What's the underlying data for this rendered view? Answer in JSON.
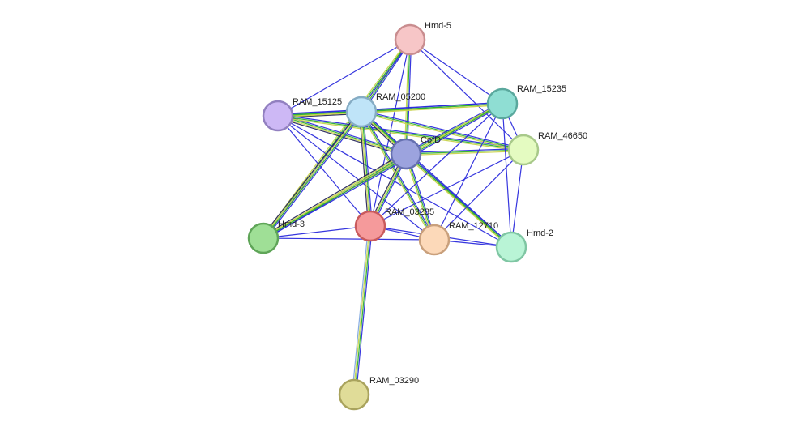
{
  "network": {
    "nodes": [
      {
        "id": "hmd5",
        "label": "Hmd-5",
        "fill": "#f7c6c7",
        "stroke": "#c98d8f"
      },
      {
        "id": "ram15235",
        "label": "RAM_15235",
        "fill": "#8fded3",
        "stroke": "#5aa89d"
      },
      {
        "id": "ram15125",
        "label": "RAM_15125",
        "fill": "#cdb8f5",
        "stroke": "#9280c0"
      },
      {
        "id": "ram05200",
        "label": "RAM_05200",
        "fill": "#bfe4f8",
        "stroke": "#85acc4"
      },
      {
        "id": "cofd",
        "label": "CofD",
        "fill": "#9ca3de",
        "stroke": "#6570b0"
      },
      {
        "id": "ram46650",
        "label": "RAM_46650",
        "fill": "#e4fbc1",
        "stroke": "#a8c98a"
      },
      {
        "id": "hmd3",
        "label": "Hmd-3",
        "fill": "#9fdf96",
        "stroke": "#5fa558"
      },
      {
        "id": "ram03285",
        "label": "RAM_03285",
        "fill": "#f59a9b",
        "stroke": "#c95a5c"
      },
      {
        "id": "ram12710",
        "label": "RAM_12710",
        "fill": "#fcd9b9",
        "stroke": "#c9a07c"
      },
      {
        "id": "hmd2",
        "label": "Hmd-2",
        "fill": "#b9f4d6",
        "stroke": "#7fc6a3"
      },
      {
        "id": "ram03290",
        "label": "RAM_03290",
        "fill": "#e0dc98",
        "stroke": "#a9a35d"
      }
    ],
    "edge_colors": {
      "blue": "#2b2bdc",
      "green": "#2fb12f",
      "yellow": "#c8d34a",
      "navy": "#26265a",
      "lightblue": "#80a8e0"
    },
    "edges": [
      {
        "a": "hmd5",
        "b": "ram15125",
        "types": [
          "blue"
        ]
      },
      {
        "a": "hmd5",
        "b": "ram05200",
        "types": [
          "blue",
          "green",
          "yellow"
        ]
      },
      {
        "a": "hmd5",
        "b": "cofd",
        "types": [
          "blue",
          "green",
          "yellow"
        ]
      },
      {
        "a": "hmd5",
        "b": "ram15235",
        "types": [
          "blue"
        ]
      },
      {
        "a": "hmd5",
        "b": "ram46650",
        "types": [
          "blue"
        ]
      },
      {
        "a": "hmd5",
        "b": "ram03285",
        "types": [
          "blue"
        ]
      },
      {
        "a": "hmd5",
        "b": "hmd3",
        "types": [
          "blue",
          "green",
          "yellow"
        ]
      },
      {
        "a": "ram15125",
        "b": "ram05200",
        "types": [
          "blue",
          "green",
          "yellow",
          "navy"
        ]
      },
      {
        "a": "ram15125",
        "b": "cofd",
        "types": [
          "blue",
          "green",
          "yellow",
          "navy"
        ]
      },
      {
        "a": "ram15125",
        "b": "ram15235",
        "types": [
          "blue",
          "green",
          "yellow"
        ]
      },
      {
        "a": "ram15125",
        "b": "ram46650",
        "types": [
          "blue",
          "green",
          "yellow"
        ]
      },
      {
        "a": "ram15125",
        "b": "ram03285",
        "types": [
          "blue"
        ]
      },
      {
        "a": "ram15125",
        "b": "ram12710",
        "types": [
          "blue"
        ]
      },
      {
        "a": "ram15125",
        "b": "hmd2",
        "types": [
          "blue"
        ]
      },
      {
        "a": "ram05200",
        "b": "cofd",
        "types": [
          "blue",
          "green",
          "yellow",
          "navy"
        ]
      },
      {
        "a": "ram05200",
        "b": "ram15235",
        "types": [
          "blue",
          "green",
          "yellow"
        ]
      },
      {
        "a": "ram05200",
        "b": "ram46650",
        "types": [
          "blue",
          "green",
          "yellow"
        ]
      },
      {
        "a": "ram05200",
        "b": "hmd3",
        "types": [
          "blue",
          "green",
          "yellow",
          "navy"
        ]
      },
      {
        "a": "ram05200",
        "b": "ram03285",
        "types": [
          "blue",
          "green",
          "yellow",
          "navy"
        ]
      },
      {
        "a": "ram05200",
        "b": "ram12710",
        "types": [
          "blue",
          "green",
          "yellow"
        ]
      },
      {
        "a": "ram05200",
        "b": "hmd2",
        "types": [
          "blue",
          "green",
          "yellow"
        ]
      },
      {
        "a": "cofd",
        "b": "ram15235",
        "types": [
          "blue",
          "green",
          "yellow"
        ]
      },
      {
        "a": "cofd",
        "b": "ram46650",
        "types": [
          "blue",
          "green",
          "yellow"
        ]
      },
      {
        "a": "cofd",
        "b": "hmd3",
        "types": [
          "blue",
          "green",
          "yellow",
          "navy"
        ]
      },
      {
        "a": "cofd",
        "b": "ram03285",
        "types": [
          "blue",
          "green",
          "yellow",
          "navy"
        ]
      },
      {
        "a": "cofd",
        "b": "ram12710",
        "types": [
          "blue",
          "green",
          "yellow"
        ]
      },
      {
        "a": "cofd",
        "b": "hmd2",
        "types": [
          "blue",
          "green",
          "yellow"
        ]
      },
      {
        "a": "ram15235",
        "b": "ram46650",
        "types": [
          "blue"
        ]
      },
      {
        "a": "ram15235",
        "b": "ram03285",
        "types": [
          "blue"
        ]
      },
      {
        "a": "ram15235",
        "b": "ram12710",
        "types": [
          "blue"
        ]
      },
      {
        "a": "ram15235",
        "b": "hmd2",
        "types": [
          "blue"
        ]
      },
      {
        "a": "ram15235",
        "b": "hmd3",
        "types": [
          "blue",
          "green",
          "yellow"
        ]
      },
      {
        "a": "ram46650",
        "b": "ram03285",
        "types": [
          "blue"
        ]
      },
      {
        "a": "ram46650",
        "b": "ram12710",
        "types": [
          "blue"
        ]
      },
      {
        "a": "ram46650",
        "b": "hmd2",
        "types": [
          "blue"
        ]
      },
      {
        "a": "hmd3",
        "b": "ram03285",
        "types": [
          "blue"
        ]
      },
      {
        "a": "hmd3",
        "b": "ram12710",
        "types": [
          "blue"
        ]
      },
      {
        "a": "ram03285",
        "b": "ram12710",
        "types": [
          "blue"
        ]
      },
      {
        "a": "ram03285",
        "b": "hmd2",
        "types": [
          "blue"
        ]
      },
      {
        "a": "ram03285",
        "b": "ram03290",
        "types": [
          "blue",
          "green",
          "yellow",
          "lightblue"
        ]
      },
      {
        "a": "ram12710",
        "b": "hmd2",
        "types": [
          "blue"
        ]
      }
    ]
  }
}
